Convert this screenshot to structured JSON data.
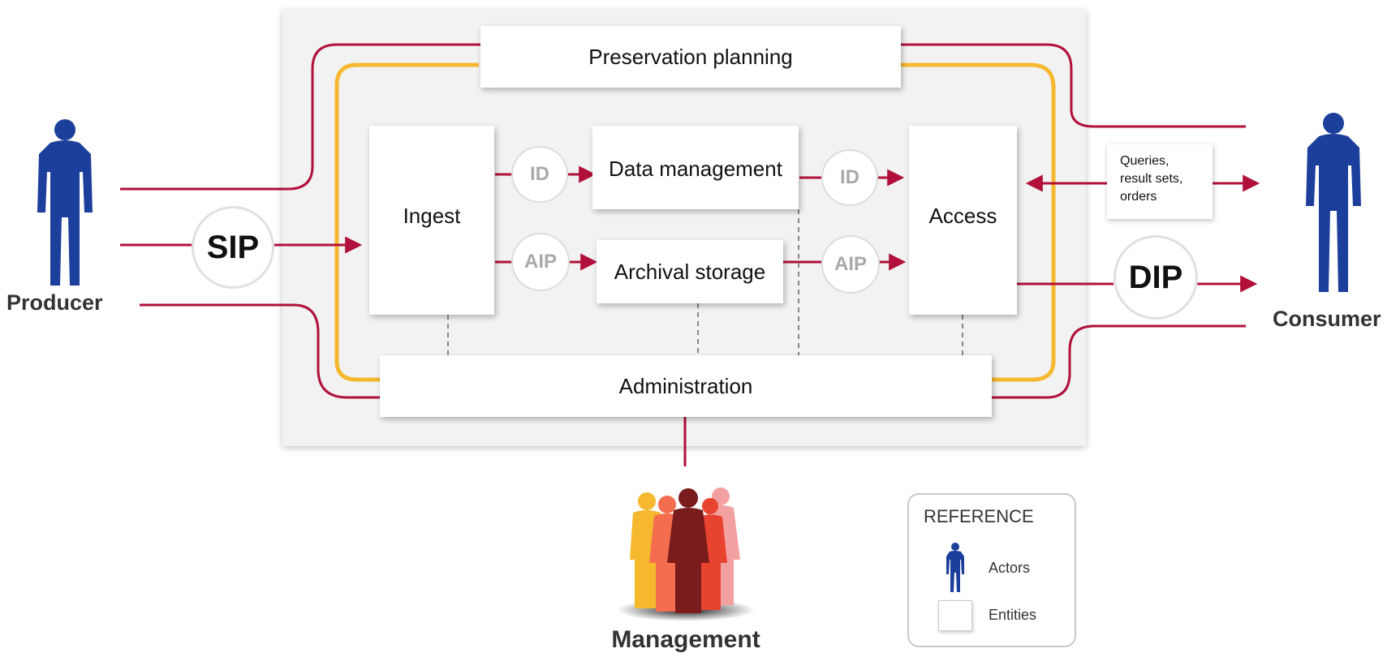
{
  "entities": {
    "preservation_planning": "Preservation planning",
    "ingest": "Ingest",
    "data_management": "Data management",
    "archival_storage": "Archival storage",
    "access": "Access",
    "administration": "Administration"
  },
  "packages": {
    "sip": "SIP",
    "dip": "DIP",
    "id_left": "ID",
    "id_right": "ID",
    "aip_left": "AIP",
    "aip_right": "AIP"
  },
  "actors": {
    "producer": "Producer",
    "consumer": "Consumer",
    "management": "Management"
  },
  "queries": {
    "line1": "Queries,",
    "line2": "result sets,",
    "line3": "orders"
  },
  "legend": {
    "title": "REFERENCE",
    "actors": "Actors",
    "entities": "Entities"
  },
  "colors": {
    "flow": "#b0103a",
    "loop": "#f5b82e",
    "actor": "#1d3f9c",
    "management_people": [
      "#f5b82e",
      "#f46d4f",
      "#7a1c1c",
      "#e8432f",
      "#f3a0a0"
    ]
  },
  "icons": [
    "person-icon",
    "group-icon",
    "arrow-icon"
  ]
}
